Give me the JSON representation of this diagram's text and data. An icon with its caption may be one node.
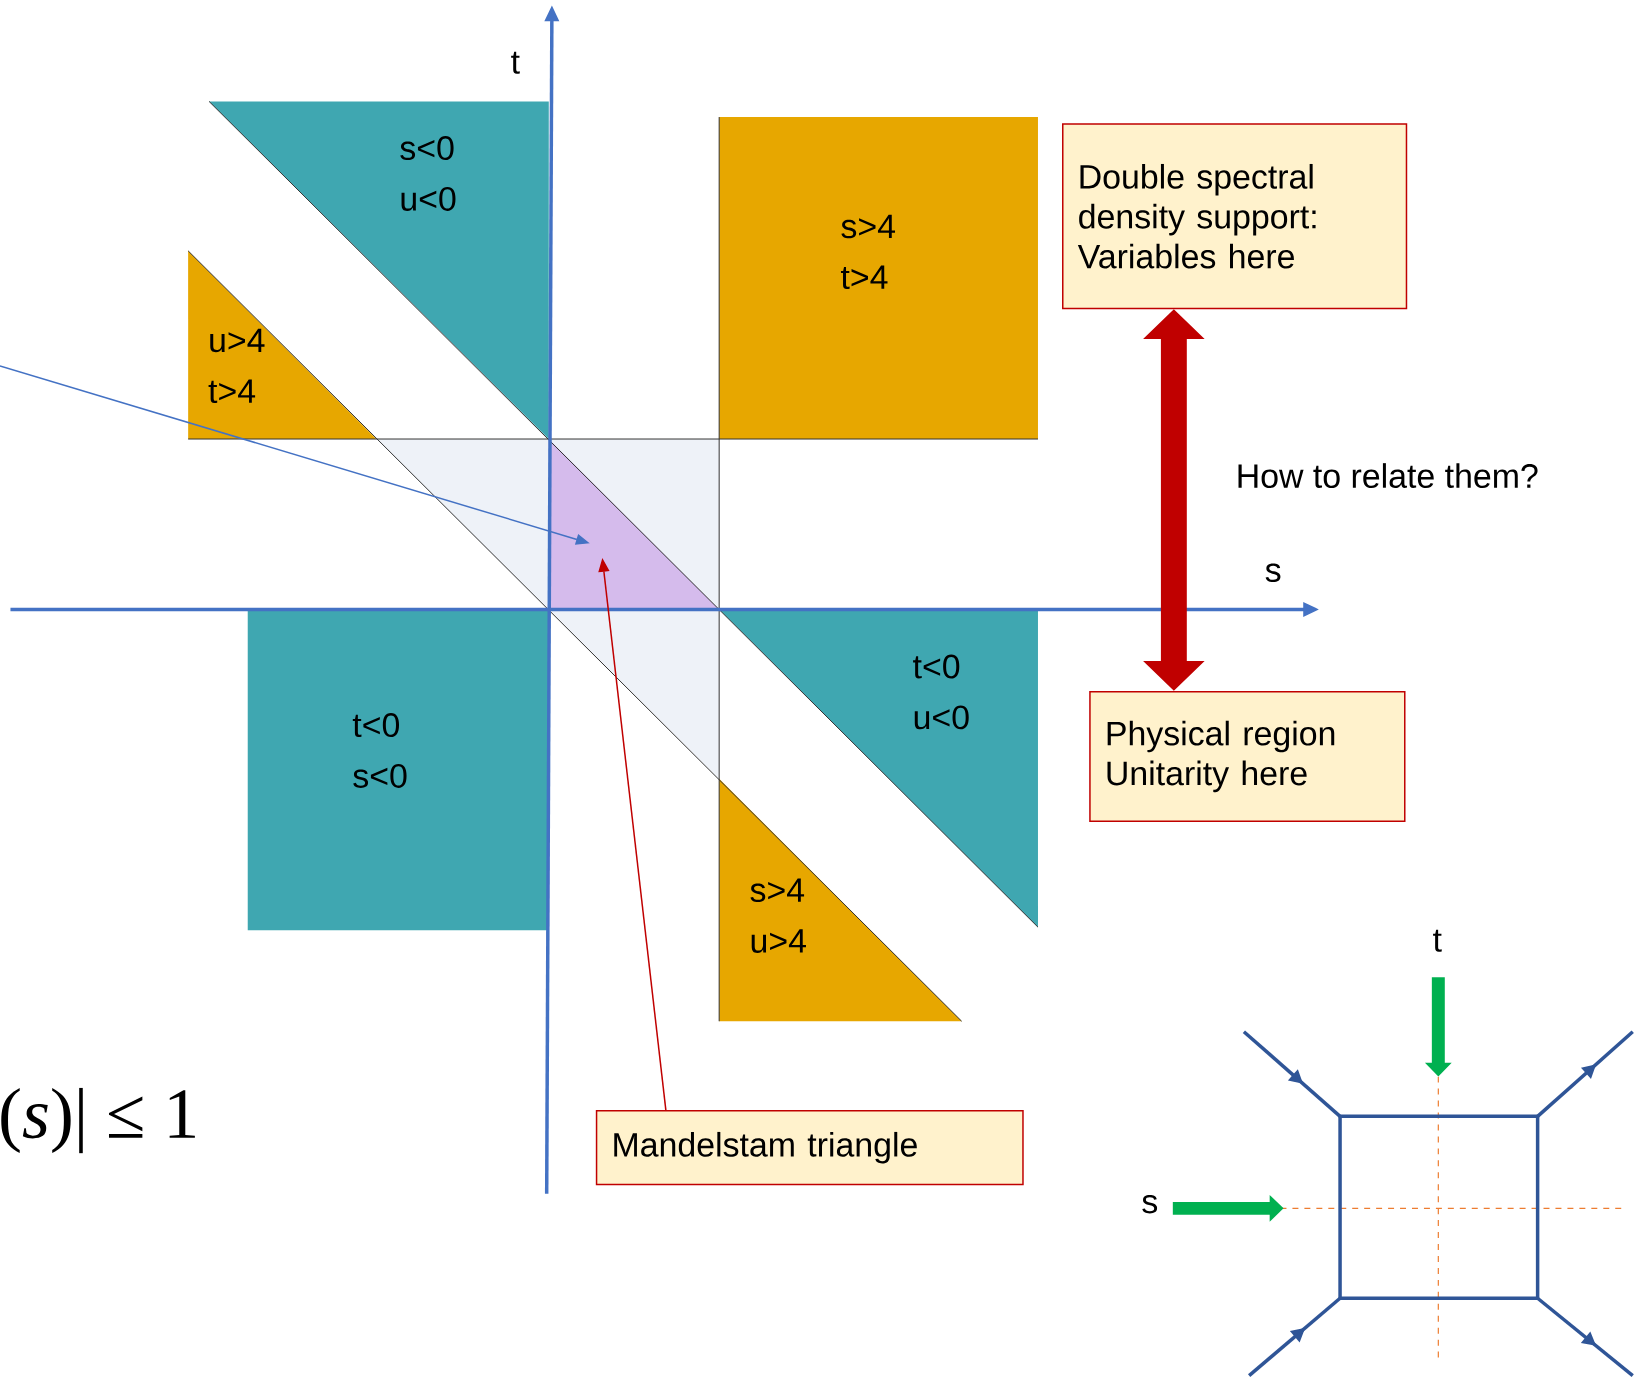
{
  "diagram": {
    "nodes": [
      {
        "text": [
          "s<0 u<0"
        ]
      },
      {
        "text": [
          "s>4 t>4"
        ]
      },
      {
        "text": [
          "u>4 t>4"
        ]
      },
      {
        "text": [
          "Double spectral density support: Variables here"
        ]
      },
      {
        "text": [],
        "shape": "triangle"
      },
      {
        "text": [
          "t<0 s<0"
        ]
      },
      {
        "text": [
          "t<0 u<0"
        ]
      },
      {
        "text": [
          "Physical region Unitarity here"
        ]
      },
      {
        "text": [
          "s>4 u>4"
        ]
      },
      {
        "text": [
          "Mandelstam triangle"
        ]
      }
    ],
    "edges": [
      {
        "from": null,
        "to": 4,
        "arrow": "to",
        "color": "#4472c4"
      },
      {
        "from": 9,
        "to": 4,
        "arrow": "to",
        "color": "#c00000"
      },
      {
        "from": 3,
        "to": 7,
        "arrow": "both",
        "style": "thick",
        "color": "#c00000"
      }
    ],
    "labels": [
      "t",
      "How to relate them?",
      "s",
      "t",
      "(*s*)| ≤ 1",
      "s"
    ]
  }
}
